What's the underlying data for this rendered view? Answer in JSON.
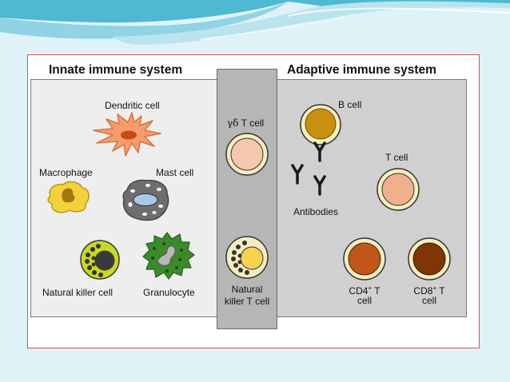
{
  "innate": {
    "title": "Innate immune system",
    "cells": {
      "dendritic": "Dendritic cell",
      "macrophage": "Macrophage",
      "mast": "Mast cell",
      "nk": "Natural killer cell",
      "granulocyte": "Granulocyte"
    }
  },
  "middle": {
    "gd_prefix": "γδ",
    "gd_suffix": "T cell",
    "nkt_line1": "Natural",
    "nkt_line2": "killer T cell"
  },
  "adaptive": {
    "title": "Adaptive immune system",
    "cells": {
      "b": "B cell",
      "antibodies": "Antibodies",
      "t": "T cell",
      "cd4_base": "CD4",
      "cd4_sup": "+",
      "cd4_suffix": " T",
      "cd4_line2": "cell",
      "cd8_base": "CD8",
      "cd8_sup": "+",
      "cd8_suffix": " T",
      "cd8_line2": "cell"
    }
  },
  "colors": {
    "background": "#dff2f8",
    "frame_border": "#d9534f",
    "innate_panel": "#eeeeee",
    "adaptive_panel": "#d0d0d0",
    "middle_panel": "#b6b6b6",
    "cell_membrane": "#f6eec0",
    "t_cell_fill": "#f0b08c",
    "b_cell_fill": "#c8900c",
    "cd4_fill": "#c0561a",
    "cd8_fill": "#7e3508",
    "dendritic_fill": "#f49c6e",
    "macrophage_fill": "#f2d23c",
    "mast_fill": "#707070",
    "granulocyte_fill": "#3c8a2c",
    "nk_fill": "#c8d820"
  }
}
